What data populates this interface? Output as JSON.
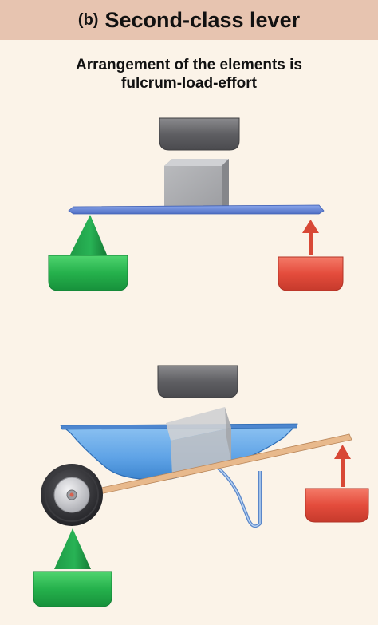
{
  "header": {
    "tag": "(b)",
    "title": "Second-class lever"
  },
  "subtitle": {
    "line1": "Arrangement of the elements is",
    "line2": "fulcrum-load-effort"
  },
  "colors": {
    "header_bg": "#e7c4b0",
    "page_bg": "#fbf3e8",
    "fulcrum_green": "#1fa34a",
    "effort_red": "#e24b3b",
    "load_gray": "#6b6b6e",
    "beam_blue": "#6f8fd8"
  },
  "diagrams": [
    {
      "name": "lever-schematic",
      "elements": [
        "fulcrum",
        "load",
        "effort"
      ]
    },
    {
      "name": "wheelbarrow-example",
      "elements": [
        "fulcrum",
        "load",
        "effort"
      ]
    }
  ]
}
